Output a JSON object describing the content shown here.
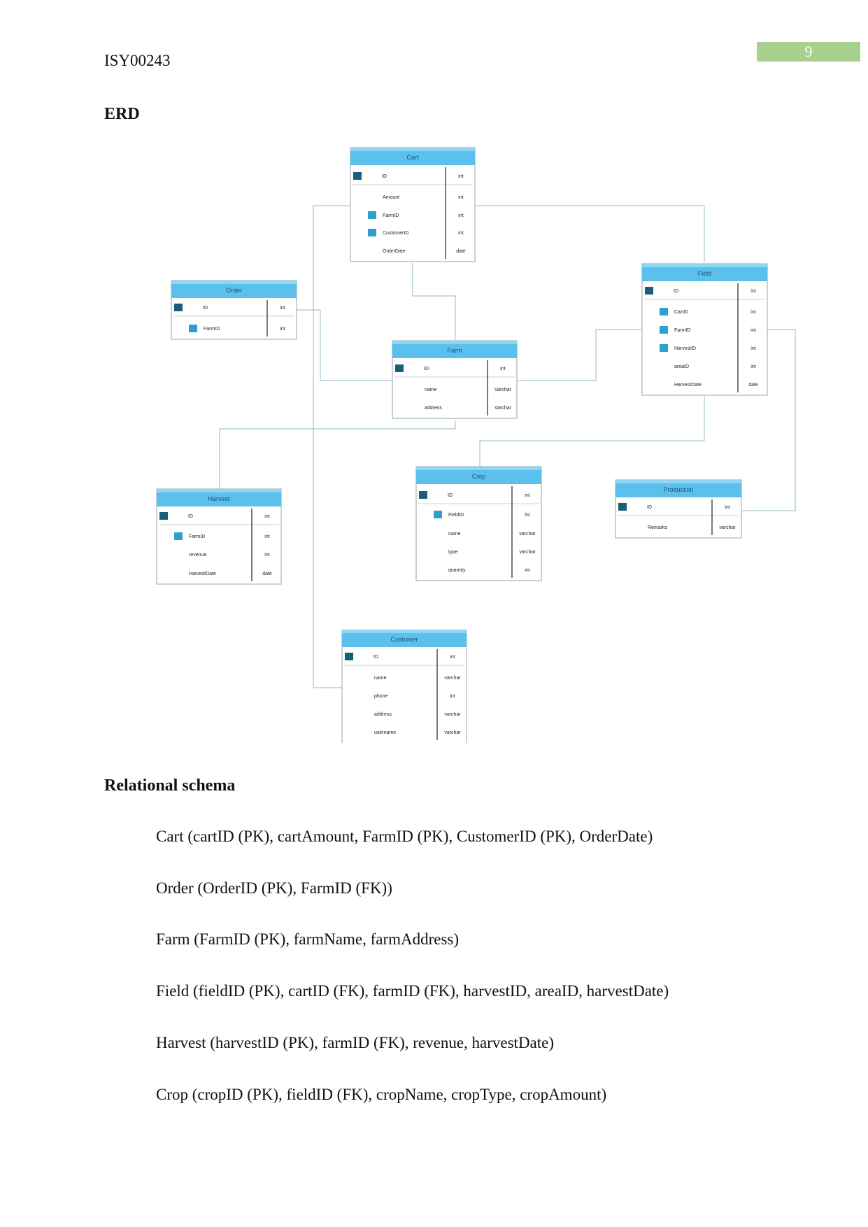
{
  "header": {
    "course_code": "ISY00243",
    "page_number": "9"
  },
  "erd_heading": "ERD",
  "erd": {
    "entities": {
      "cart": {
        "title": "Cart",
        "fields": [
          {
            "name": "ID",
            "type": "int"
          },
          {
            "name": "Amount",
            "type": "int"
          },
          {
            "name": "FarmID",
            "type": "int"
          },
          {
            "name": "CustomerID",
            "type": "int"
          },
          {
            "name": "OrderDate",
            "type": "date"
          }
        ]
      },
      "order": {
        "title": "Order",
        "fields": [
          {
            "name": "ID",
            "type": "int"
          },
          {
            "name": "FarmID",
            "type": "int"
          }
        ]
      },
      "field": {
        "title": "Field",
        "fields": [
          {
            "name": "ID",
            "type": "int"
          },
          {
            "name": "CartID",
            "type": "int"
          },
          {
            "name": "FarmID",
            "type": "int"
          },
          {
            "name": "HarvestID",
            "type": "int"
          },
          {
            "name": "areaID",
            "type": "int"
          },
          {
            "name": "HarvestDate",
            "type": "date"
          }
        ]
      },
      "farm": {
        "title": "Farm",
        "fields": [
          {
            "name": "ID",
            "type": "int"
          },
          {
            "name": "name",
            "type": "Varchar"
          },
          {
            "name": "address",
            "type": "Varchar"
          }
        ]
      },
      "harvest": {
        "title": "Harvest",
        "fields": [
          {
            "name": "ID",
            "type": "int"
          },
          {
            "name": "FarmID",
            "type": "int"
          },
          {
            "name": "revenue",
            "type": "int"
          },
          {
            "name": "HarvestDate",
            "type": "date"
          }
        ]
      },
      "crop": {
        "title": "Crop",
        "fields": [
          {
            "name": "ID",
            "type": "int"
          },
          {
            "name": "FieldID",
            "type": "int"
          },
          {
            "name": "name",
            "type": "varchar"
          },
          {
            "name": "type",
            "type": "varchar"
          },
          {
            "name": "quantity",
            "type": "int"
          }
        ]
      },
      "production": {
        "title": "Production",
        "fields": [
          {
            "name": "ID",
            "type": "int"
          },
          {
            "name": "Remarks",
            "type": "varchar"
          }
        ]
      },
      "customer": {
        "title": "Customer",
        "fields": [
          {
            "name": "ID",
            "type": "int"
          },
          {
            "name": "name",
            "type": "varchar"
          },
          {
            "name": "phone",
            "type": "int"
          },
          {
            "name": "address",
            "type": "varchar"
          },
          {
            "name": "username",
            "type": "varchar"
          }
        ]
      }
    },
    "colors": {
      "header": "#5bc0eb",
      "header_top": "#8fd6f4",
      "pk_icon": "#1a5f7a",
      "fk_icon": "#2f9fd0",
      "line": "#8fb8c8",
      "border": "#9aa3a8"
    }
  },
  "schema_heading": "Relational schema",
  "schema_lines": [
    "Cart (cartID (PK), cartAmount, FarmID (PK), CustomerID (PK), OrderDate)",
    "Order (OrderID (PK), FarmID (FK))",
    "Farm (FarmID (PK), farmName, farmAddress)",
    "Field (fieldID (PK), cartID (FK), farmID (FK), harvestID, areaID, harvestDate)",
    "Harvest (harvestID (PK), farmID (FK), revenue, harvestDate)",
    "Crop (cropID (PK), fieldID (FK), cropName, cropType, cropAmount)"
  ]
}
